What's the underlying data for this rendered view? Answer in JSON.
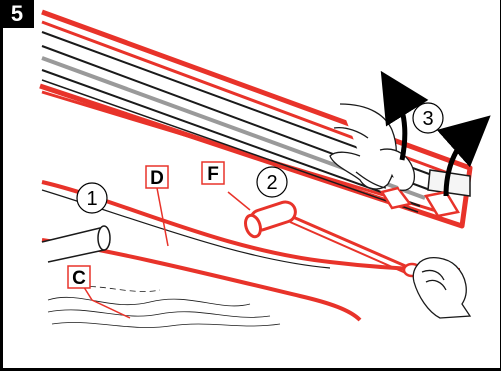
{
  "step": {
    "number": "5"
  },
  "callouts": {
    "step_1": "1",
    "step_2": "2",
    "step_3": "3"
  },
  "labels": {
    "c": "C",
    "d": "D",
    "f": "F"
  },
  "colors": {
    "accent_red": "#e8332a",
    "line_black": "#1a1a1a",
    "rail_gray": "#9a9a9a"
  }
}
